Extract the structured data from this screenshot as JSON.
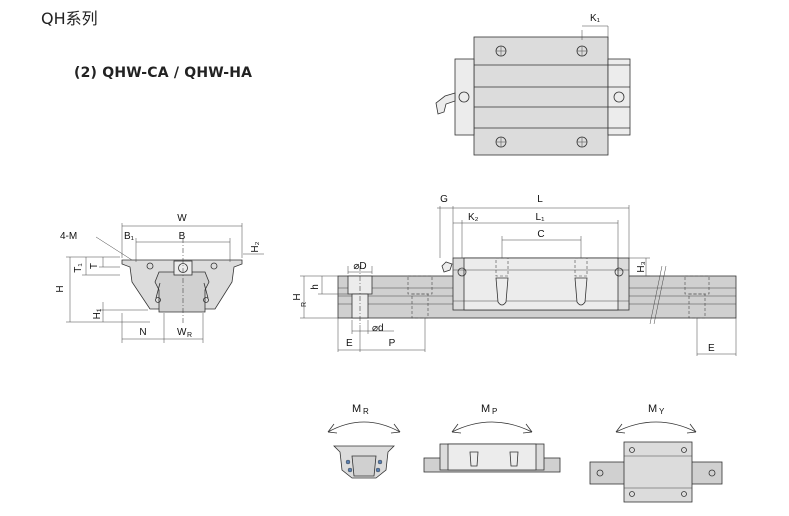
{
  "header": {
    "series_title": "QH系列",
    "model_title": "(2) QHW-CA / QHW-HA"
  },
  "labels": {
    "k1": "K₁",
    "w": "W",
    "four_m": "4-M",
    "b1": "B₁",
    "b": "B",
    "h2": "H₂",
    "t1": "T₁",
    "t": "T",
    "h": "H",
    "h1": "H₁",
    "n": "N",
    "wr": "W",
    "wr_sub": "R",
    "g": "G",
    "l": "L",
    "k2": "K₂",
    "l1": "L₁",
    "c": "C",
    "h3": "H₃",
    "phi_d_upper": "⌀D",
    "h_lower": "h",
    "hr": "H",
    "hr_sub": "R",
    "phi_d_lower": "⌀d",
    "e_left": "E",
    "p": "P",
    "e_right": "E",
    "mr": "M",
    "mr_sub": "R",
    "mp": "M",
    "mp_sub": "P",
    "my": "M",
    "my_sub": "Y"
  },
  "colors": {
    "line": "#333333",
    "body_fill": "#dcdcdc",
    "accent_blue": "#5a7fb0"
  }
}
